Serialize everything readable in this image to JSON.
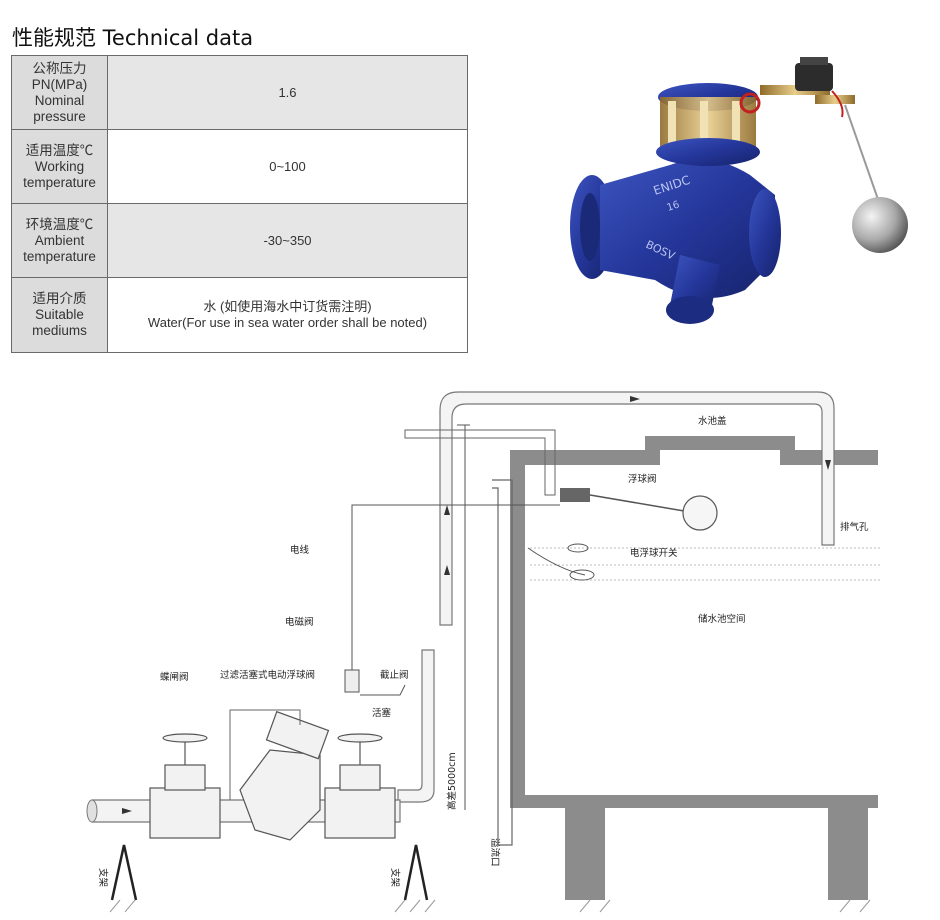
{
  "header": {
    "title": "性能规范 Technical data"
  },
  "spec_table": {
    "rows": [
      {
        "label": [
          "公称压力",
          "PN(MPa)",
          "Nominal",
          "pressure"
        ],
        "value": [
          "1.6"
        ]
      },
      {
        "label": [
          "适用温度℃",
          "Working",
          "temperature"
        ],
        "value": [
          "0~100"
        ]
      },
      {
        "label": [
          "环境温度℃",
          "Ambient",
          "temperature"
        ],
        "value": [
          "-30~350"
        ]
      },
      {
        "label": [
          "适用介质",
          "Suitable",
          "mediums"
        ],
        "value": [
          "水 (如使用海水中订货需注明)",
          "Water(For use in sea water order shall be noted)"
        ]
      }
    ]
  },
  "photo": {
    "body_text": "ENIDC",
    "body_text2": "16",
    "brand": "BOSV"
  },
  "diagram": {
    "labels": {
      "pool_cover": "水池盖",
      "float_valve": "浮球阀",
      "vent": "排气孔",
      "float_switch": "电浮球开关",
      "storage": "储水池空间",
      "wire": "电线",
      "solenoid": "电磁阀",
      "main_valve": "过滤活塞式电动浮球阀",
      "stop_valve": "截止阀",
      "piston": "活塞",
      "gate_valve": "蝶闸阀",
      "overflow": "溢流口",
      "height": "高差5000cm",
      "support_left": "支架",
      "support_right": "支架"
    },
    "colors": {
      "valve_blue": "#2a3f9e",
      "brass": "#c7a25a",
      "wall_gray": "#8c8c8c"
    }
  }
}
